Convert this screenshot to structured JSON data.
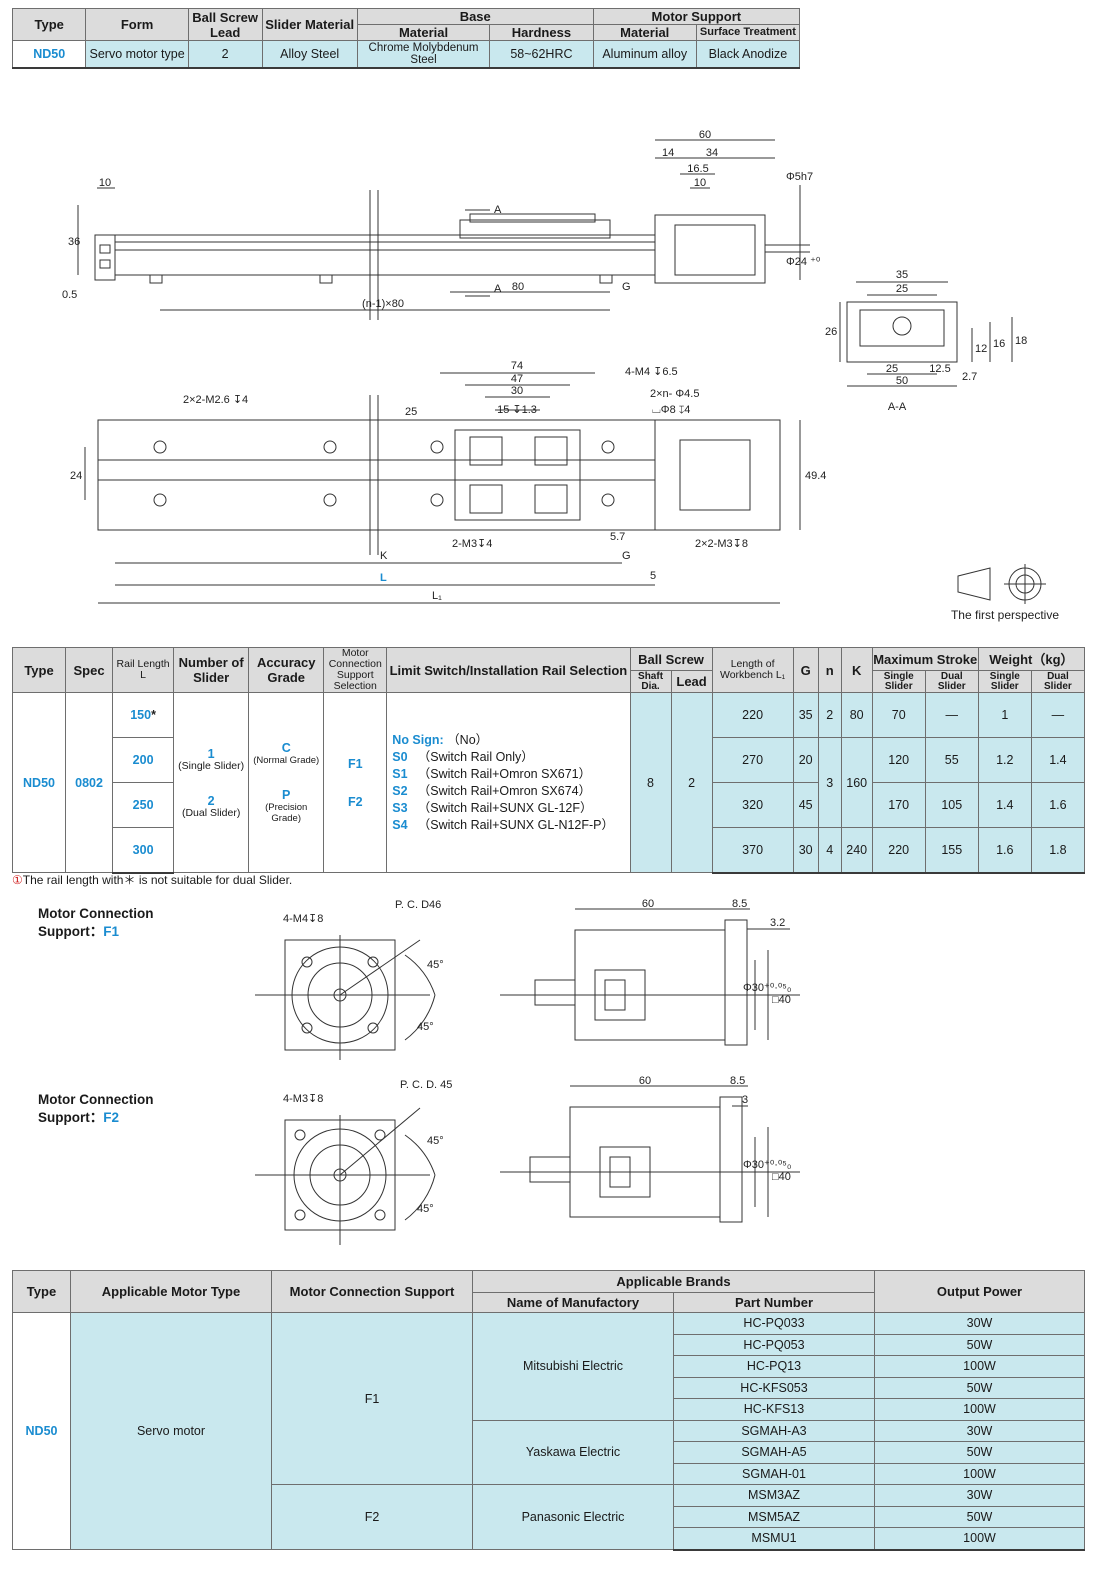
{
  "spec_table": {
    "headers": {
      "type": "Type",
      "form": "Form",
      "ball_screw_lead": "Ball Screw Lead",
      "slider_material": "Slider Material",
      "base": "Base",
      "base_material": "Material",
      "base_hardness": "Hardness",
      "motor_support": "Motor Support",
      "ms_material": "Material",
      "ms_surface": "Surface Treatment"
    },
    "row": {
      "type": "ND50",
      "form": "Servo motor type",
      "lead": "2",
      "slider_material": "Alloy Steel",
      "base_material": "Chrome Molybdenum Steel",
      "hardness": "58~62HRC",
      "ms_material": "Aluminum alloy",
      "ms_surface": "Black Anodize"
    }
  },
  "side_view": {
    "dim_60": "60",
    "dim_14": "14",
    "dim_34": "34",
    "dim_16_5": "16.5",
    "dim_10_top": "10",
    "dim_10": "10",
    "dim_36": "36",
    "dim_0_5": "0.5",
    "dim_80": "80",
    "g": "G",
    "arrow_a": "A",
    "pitch": "(n-1)×80",
    "phi5h7": "Φ5h7",
    "phi24": "Φ24 ⁺⁰·⁰³₀"
  },
  "section_aa": {
    "dim_35": "35",
    "dim_25_top": "25",
    "dim_26": "26",
    "dim_12": "12",
    "dim_16": "16",
    "dim_18": "18",
    "dim_25_bot": "25",
    "dim_12_5": "12.5",
    "dim_2_7": "2.7",
    "dim_50": "50",
    "caption": "A-A"
  },
  "plan_view": {
    "dim_74": "74",
    "dim_47": "47",
    "dim_30": "30",
    "dim_15": "15 ↧1.3",
    "dim_25": "25",
    "dim_24": "24",
    "dim_49_4": "49.4",
    "dim_5_7": "5.7",
    "dim_5": "5",
    "m4": "4-M4 ↧6.5",
    "holes": "2×n- Φ4.5",
    "counterbore": "⌴Φ8 ↧4",
    "m2_6": "2×2-M2.6 ↧4",
    "m3_mid": "2-M3↧4",
    "m3_end": "2×2-M3↧8",
    "k": "K",
    "g": "G",
    "l": "L",
    "l1": "L₁"
  },
  "perspective": {
    "caption": "The first perspective"
  },
  "selection_table": {
    "headers": {
      "type": "Type",
      "spec": "Spec",
      "rail_length": "Rail Length",
      "rail_length_sym": "L",
      "num_slider": "Number of Slider",
      "accuracy": "Accuracy Grade",
      "motor_conn": "Motor Connection Support Selection",
      "limit": "Limit Switch/Installation Rail Selection",
      "ball_screw": "Ball Screw",
      "shaft_dia": "Shaft Dia.",
      "lead": "Lead",
      "workbench": "Length of Workbench L₁",
      "g": "G",
      "n": "n",
      "k": "K",
      "max_stroke": "Maximum Stroke",
      "weight": "Weight（kg）",
      "single": "Single Slider",
      "dual": "Dual Slider"
    },
    "type": "ND50",
    "spec": "0802",
    "rail_lengths": [
      "150",
      "200",
      "250",
      "300"
    ],
    "rail_mark": "*",
    "sliders": [
      {
        "code": "1",
        "desc": "(Single Slider)"
      },
      {
        "code": "2",
        "desc": "(Dual Slider)"
      }
    ],
    "grades": [
      {
        "code": "C",
        "desc": "(Normal Grade)"
      },
      {
        "code": "P",
        "desc": "(Precision Grade)"
      }
    ],
    "motor_conn": [
      "F1",
      "F2"
    ],
    "limit_options": [
      {
        "code": "No Sign:",
        "desc": "（No）"
      },
      {
        "code": "S0",
        "desc": "（Switch Rail Only）"
      },
      {
        "code": "S1",
        "desc": "（Switch Rail+Omron  SX671）"
      },
      {
        "code": "S2",
        "desc": "（Switch Rail+Omron  SX674）"
      },
      {
        "code": "S3",
        "desc": "（Switch Rail+SUNX  GL-12F）"
      },
      {
        "code": "S4",
        "desc": "（Switch Rail+SUNX  GL-N12F-P）"
      }
    ],
    "shaft_dia": "8",
    "lead": "2",
    "rows": [
      {
        "l1": "220",
        "g": "35",
        "n": "2",
        "k": "80",
        "stroke_single": "70",
        "stroke_dual": "—",
        "w_single": "1",
        "w_dual": "—"
      },
      {
        "l1": "270",
        "g": "20",
        "stroke_single": "120",
        "stroke_dual": "55",
        "w_single": "1.2",
        "w_dual": "1.4"
      },
      {
        "l1": "320",
        "g": "45",
        "stroke_single": "170",
        "stroke_dual": "105",
        "w_single": "1.4",
        "w_dual": "1.6"
      },
      {
        "l1": "370",
        "g": "30",
        "n": "4",
        "k": "240",
        "stroke_single": "220",
        "stroke_dual": "155",
        "w_single": "1.6",
        "w_dual": "1.8"
      }
    ],
    "n_shared": "3",
    "k_shared": "160"
  },
  "footnote": {
    "mark": "①",
    "text": "The rail length with＊ is not suitable for dual Slider."
  },
  "motor_f1": {
    "label_line1": "Motor Connection",
    "label_line2": "Support：",
    "code": "F1",
    "holes": "4-M4↧8",
    "pcd": "P. C. D46",
    "angle1": "45°",
    "angle2": "45°",
    "dim_60": "60",
    "dim_8_5": "8.5",
    "dim_3_2": "3.2",
    "dim_phi30": "Φ30⁺⁰·⁰⁵₀",
    "dim_sq40": "□40"
  },
  "motor_f2": {
    "label_line1": "Motor Connection",
    "label_line2": "Support：",
    "code": "F2",
    "holes": "4-M3↧8",
    "pcd": "P. C. D. 45",
    "angle1": "45°",
    "angle2": "45°",
    "dim_60": "60",
    "dim_8_5": "8.5",
    "dim_3": "3",
    "dim_phi30": "Φ30⁺⁰·⁰⁵₀",
    "dim_sq40": "□40"
  },
  "brand_table": {
    "headers": {
      "type": "Type",
      "motor_type": "Applicable Motor Type",
      "conn": "Motor Connection Support",
      "brands": "Applicable Brands",
      "manufactory": "Name of Manufactory",
      "part": "Part Number",
      "power": "Output Power"
    },
    "type": "ND50",
    "motor_type": "Servo motor",
    "groups": [
      {
        "conn": "F1",
        "makers": [
          {
            "name": "Mitsubishi Electric",
            "parts": [
              [
                "HC-PQ033",
                "30W"
              ],
              [
                "HC-PQ053",
                "50W"
              ],
              [
                "HC-PQ13",
                "100W"
              ],
              [
                "HC-KFS053",
                "50W"
              ],
              [
                "HC-KFS13",
                "100W"
              ]
            ]
          },
          {
            "name": "Yaskawa Electric",
            "parts": [
              [
                "SGMAH-A3",
                "30W"
              ],
              [
                "SGMAH-A5",
                "50W"
              ],
              [
                "SGMAH-01",
                "100W"
              ]
            ]
          }
        ]
      },
      {
        "conn": "F2",
        "makers": [
          {
            "name": "Panasonic Electric",
            "parts": [
              [
                "MSM3AZ",
                "30W"
              ],
              [
                "MSM5AZ",
                "50W"
              ],
              [
                "MSMU1",
                "100W"
              ]
            ]
          }
        ]
      }
    ]
  }
}
